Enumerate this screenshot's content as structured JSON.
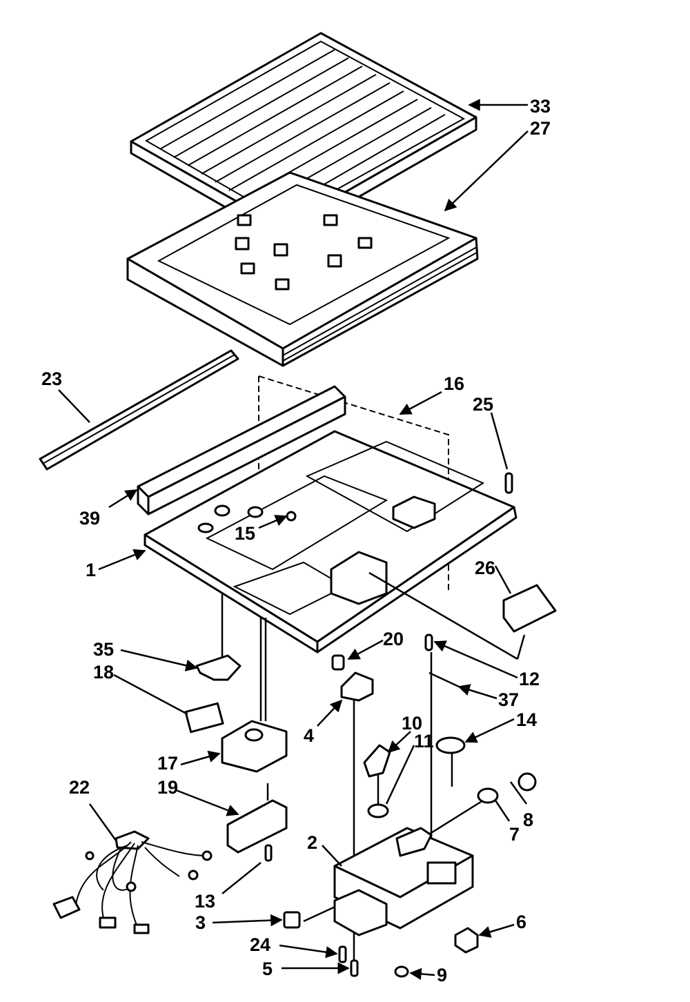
{
  "callouts": {
    "c33": "33",
    "c27": "27",
    "c23": "23",
    "c16": "16",
    "c25": "25",
    "c39": "39",
    "c15": "15",
    "c1": "1",
    "c26": "26",
    "c35": "35",
    "c20": "20",
    "c18": "18",
    "c12": "12",
    "c37": "37",
    "c4": "4",
    "c10": "10",
    "c14": "14",
    "c11": "11",
    "c17": "17",
    "c19": "19",
    "c22": "22",
    "c8": "8",
    "c7": "7",
    "c2": "2",
    "c13": "13",
    "c3": "3",
    "c6": "6",
    "c24": "24",
    "c5": "5",
    "c9": "9"
  }
}
